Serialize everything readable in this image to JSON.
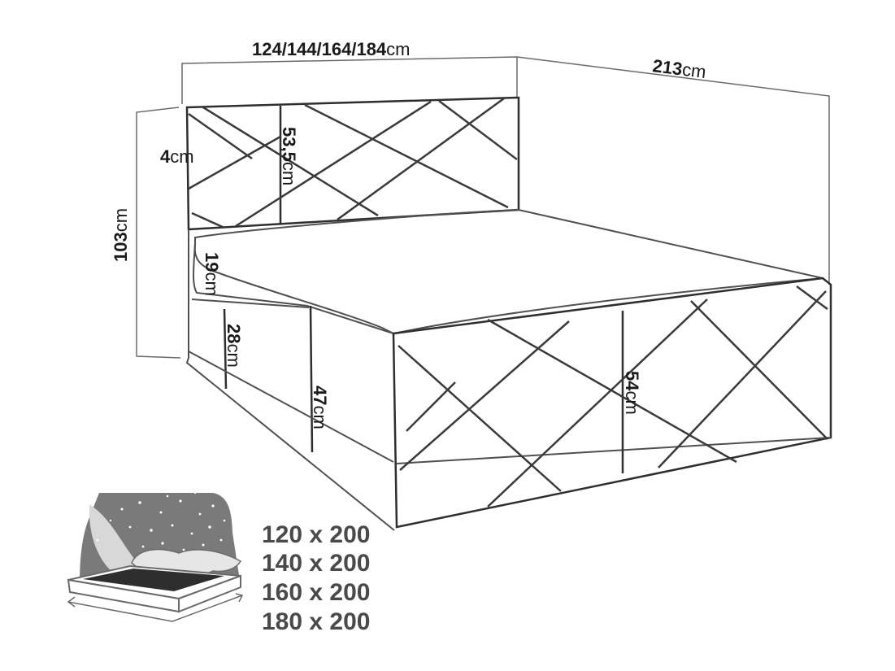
{
  "dimensions": {
    "width_value": "124/144/164/184",
    "width_unit": "cm",
    "length_value": "213",
    "length_unit": "cm",
    "height_value": "103",
    "height_unit": "cm",
    "headboard_thickness_value": "4",
    "headboard_thickness_unit": "cm",
    "headboard_height_value": "53,5",
    "headboard_height_unit": "cm",
    "mattress_topper_value": "19",
    "mattress_topper_unit": "cm",
    "mattress_value": "28",
    "mattress_unit": "cm",
    "box_height_value": "47",
    "box_height_unit": "cm",
    "footboard_height_value": "54",
    "footboard_height_unit": "cm"
  },
  "mattress_sizes": [
    "120 x 200",
    "140 x 200",
    "160 x 200",
    "180 x 200"
  ]
}
